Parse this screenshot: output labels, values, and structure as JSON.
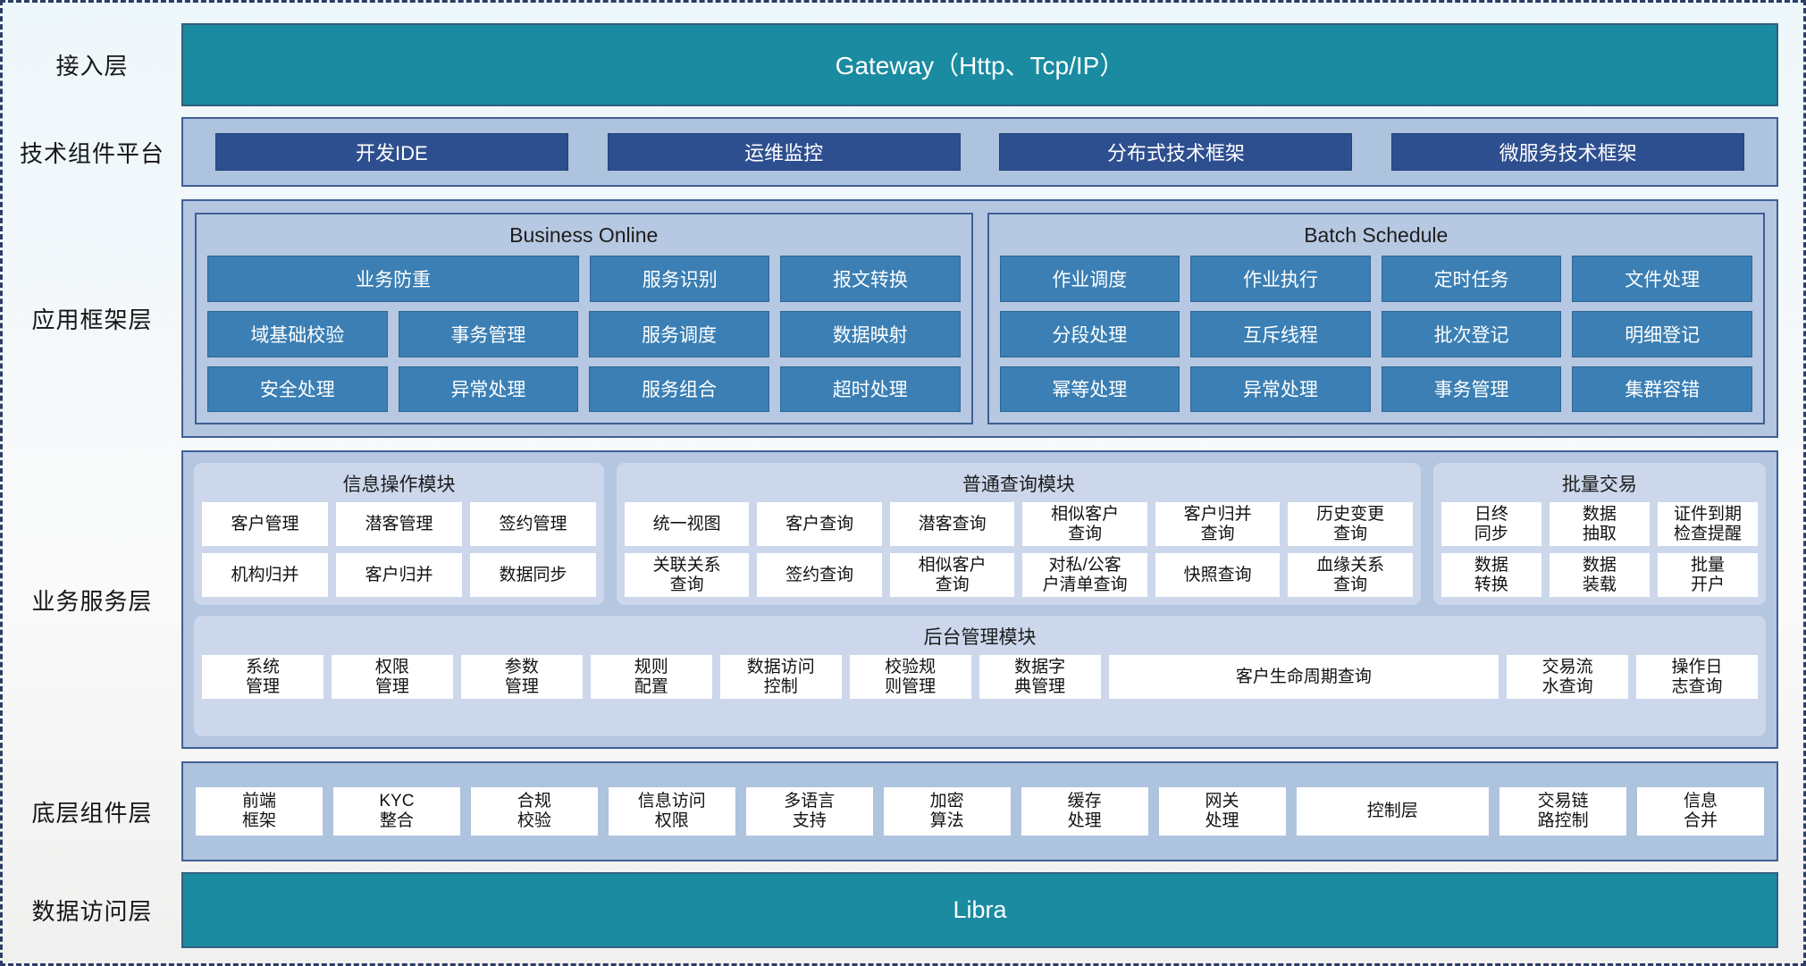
{
  "layers": [
    {
      "id": "access",
      "label": "接入层"
    },
    {
      "id": "tech",
      "label": "技术组件平台"
    },
    {
      "id": "appfw",
      "label": "应用框架层"
    },
    {
      "id": "bizsvc",
      "label": "业务服务层"
    },
    {
      "id": "base",
      "label": "底层组件层"
    },
    {
      "id": "data",
      "label": "数据访问层"
    }
  ],
  "access": {
    "gateway": "Gateway（Http、Tcp/IP）"
  },
  "tech": {
    "items": [
      "开发IDE",
      "运维监控",
      "分布式技术框架",
      "微服务技术框架"
    ]
  },
  "appfw": {
    "panels": [
      {
        "title": "Business Online",
        "rows": [
          [
            {
              "label": "业务防重",
              "span": 2
            },
            {
              "label": "服务识别",
              "span": 1
            },
            {
              "label": "报文转换",
              "span": 1
            }
          ],
          [
            {
              "label": "域基础校验",
              "span": 1
            },
            {
              "label": "事务管理",
              "span": 1
            },
            {
              "label": "服务调度",
              "span": 1
            },
            {
              "label": "数据映射",
              "span": 1
            }
          ],
          [
            {
              "label": "安全处理",
              "span": 1
            },
            {
              "label": "异常处理",
              "span": 1
            },
            {
              "label": "服务组合",
              "span": 1
            },
            {
              "label": "超时处理",
              "span": 1
            }
          ]
        ]
      },
      {
        "title": "Batch Schedule",
        "rows": [
          [
            {
              "label": "作业调度",
              "span": 1
            },
            {
              "label": "作业执行",
              "span": 1
            },
            {
              "label": "定时任务",
              "span": 1
            },
            {
              "label": "文件处理",
              "span": 1
            }
          ],
          [
            {
              "label": "分段处理",
              "span": 1
            },
            {
              "label": "互斥线程",
              "span": 1
            },
            {
              "label": "批次登记",
              "span": 1
            },
            {
              "label": "明细登记",
              "span": 1
            }
          ],
          [
            {
              "label": "幂等处理",
              "span": 1
            },
            {
              "label": "异常处理",
              "span": 1
            },
            {
              "label": "事务管理",
              "span": 1
            },
            {
              "label": "集群容错",
              "span": 1
            }
          ]
        ]
      }
    ]
  },
  "bizsvc": {
    "top_modules": [
      {
        "title": "信息操作模块",
        "flex": 3.05,
        "rows": [
          [
            {
              "label": "客户管理"
            },
            {
              "label": "潜客管理"
            },
            {
              "label": "签约管理"
            }
          ],
          [
            {
              "label": "机构归并"
            },
            {
              "label": "客户归并"
            },
            {
              "label": "数据同步"
            }
          ]
        ]
      },
      {
        "title": "普通查询模块",
        "flex": 6.1,
        "rows": [
          [
            {
              "label": "统一视图"
            },
            {
              "label": "客户查询"
            },
            {
              "label": "潜客查询"
            },
            {
              "label": "相似客户\n查询"
            },
            {
              "label": "客户归并\n查询"
            },
            {
              "label": "历史变更\n查询"
            }
          ],
          [
            {
              "label": "关联关系\n查询"
            },
            {
              "label": "签约查询"
            },
            {
              "label": "相似客户\n查询"
            },
            {
              "label": "对私/公客\n户清单查询"
            },
            {
              "label": "快照查询"
            },
            {
              "label": "血缘关系\n查询"
            }
          ]
        ]
      },
      {
        "title": "批量交易",
        "flex": 2.45,
        "rows": [
          [
            {
              "label": "日终\n同步"
            },
            {
              "label": "数据\n抽取"
            },
            {
              "label": "证件到期\n检查提醒"
            }
          ],
          [
            {
              "label": "数据\n转换"
            },
            {
              "label": "数据\n装载"
            },
            {
              "label": "批量\n开户"
            }
          ]
        ]
      }
    ],
    "bottom_module": {
      "title": "后台管理模块",
      "items": [
        {
          "label": "系统\n管理",
          "grow": 1
        },
        {
          "label": "权限\n管理",
          "grow": 1
        },
        {
          "label": "参数\n管理",
          "grow": 1
        },
        {
          "label": "规则\n配置",
          "grow": 1
        },
        {
          "label": "数据访问\n控制",
          "grow": 1
        },
        {
          "label": "校验规\n则管理",
          "grow": 1
        },
        {
          "label": "数据字\n典管理",
          "grow": 1
        },
        {
          "label": "客户生命周期查询",
          "grow": 3.35
        },
        {
          "label": "交易流\n水查询",
          "grow": 1
        },
        {
          "label": "操作日\n志查询",
          "grow": 1
        }
      ]
    }
  },
  "base": {
    "items": [
      {
        "label": "前端\n框架",
        "grow": 1
      },
      {
        "label": "KYC\n整合",
        "grow": 1
      },
      {
        "label": "合规\n校验",
        "grow": 1
      },
      {
        "label": "信息访问\n权限",
        "grow": 1
      },
      {
        "label": "多语言\n支持",
        "grow": 1
      },
      {
        "label": "加密\n算法",
        "grow": 1
      },
      {
        "label": "缓存\n处理",
        "grow": 1
      },
      {
        "label": "网关\n处理",
        "grow": 1
      },
      {
        "label": "控制层",
        "grow": 1.55
      },
      {
        "label": "交易链\n路控制",
        "grow": 1
      },
      {
        "label": "信息\n合并",
        "grow": 1
      }
    ]
  },
  "data": {
    "libra": "Libra"
  },
  "colors": {
    "teal": "#1a8ba0",
    "dark_blue": "#2e4f8f",
    "mid_blue": "#3b7fb4",
    "band_blue": "#aec3de",
    "panel_blue": "#b4c6e0",
    "module_blue": "#ccd7ec",
    "white_cell": "#ffffff",
    "border_blue": "#3f5f95"
  }
}
